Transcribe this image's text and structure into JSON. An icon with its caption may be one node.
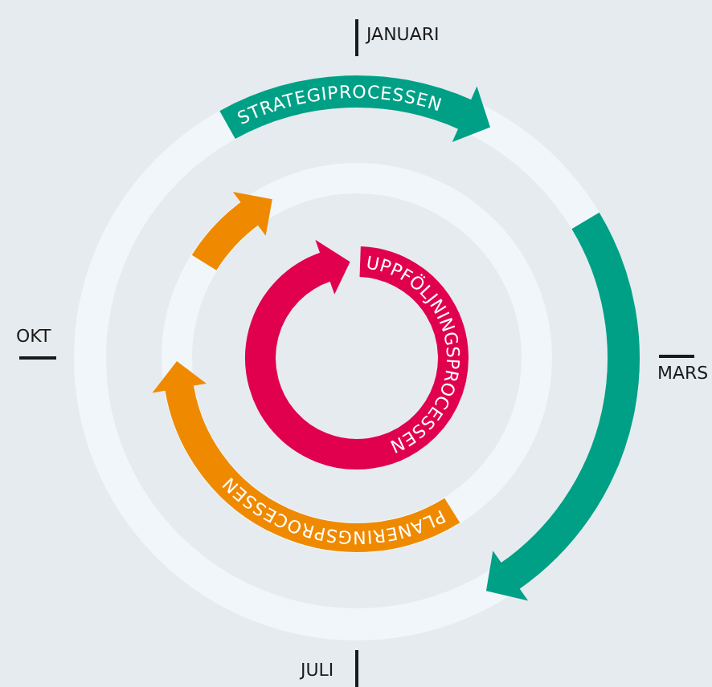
{
  "diagram": {
    "nodes": [
      {
        "text": [
          "STRATEGIPROCESSEN"
        ]
      },
      {
        "text": [
          "PLANERINGSPROCESSEN"
        ]
      },
      {
        "text": [
          "UPPFÖLJNINGSPROCESSEN"
        ]
      }
    ],
    "labels": [
      "JANUARI",
      "MARS",
      "JULI",
      "OKT"
    ]
  }
}
